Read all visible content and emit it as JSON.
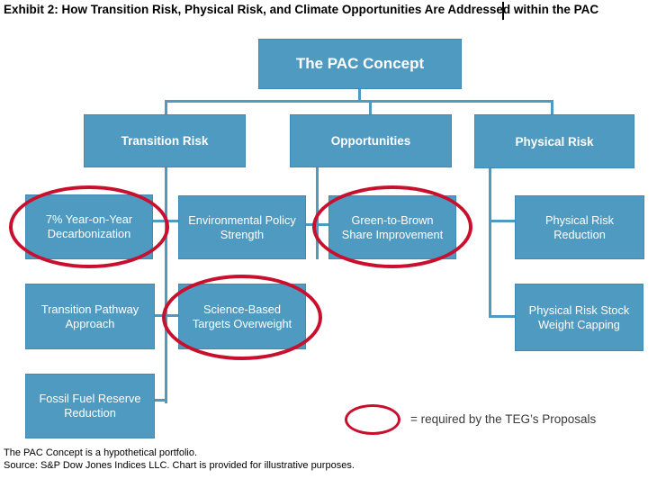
{
  "title": {
    "text": "Exhibit 2: How Transition Risk, Physical Risk, and Climate Opportunities Are Addressed within the PAC"
  },
  "nodes": {
    "pac": "The PAC Concept",
    "transition_risk": "Transition Risk",
    "opportunities": "Opportunities",
    "physical_risk": "Physical Risk",
    "decarbonization": "7% Year-on-Year Decarbonization",
    "env_policy": "Environmental Policy Strength",
    "green_to_brown": "Green-to-Brown Share Improvement",
    "phys_reduction": "Physical Risk Reduction",
    "pathway": "Transition Pathway Approach",
    "science_based": "Science-Based Targets Overweight",
    "stock_capping": "Physical Risk Stock Weight Capping",
    "fossil_fuel": "Fossil Fuel Reserve Reduction"
  },
  "hierarchy": {
    "root": "The PAC Concept",
    "branches": [
      {
        "label": "Transition Risk",
        "children": [
          "7% Year-on-Year Decarbonization",
          "Environmental Policy Strength",
          "Transition Pathway Approach",
          "Science-Based Targets Overweight",
          "Fossil Fuel Reserve Reduction"
        ]
      },
      {
        "label": "Opportunities",
        "children": [
          "Green-to-Brown Share Improvement"
        ]
      },
      {
        "label": "Physical Risk",
        "children": [
          "Physical Risk Reduction",
          "Physical Risk Stock Weight Capping"
        ]
      }
    ],
    "circled_required_items": [
      "7% Year-on-Year Decarbonization",
      "Science-Based Targets Overweight",
      "Green-to-Brown Share Improvement"
    ]
  },
  "legend": {
    "text": "= required by the TEG’s Proposals"
  },
  "footer": {
    "line1": "The PAC Concept is a hypothetical portfolio.",
    "line2": "Source: S&P Dow Jones Indices LLC. Chart is provided for illustrative purposes."
  },
  "colors": {
    "box_blue": "#4F9AC1",
    "required_ellipse_red": "#C8102E",
    "box_text": "#FFFFFF"
  }
}
